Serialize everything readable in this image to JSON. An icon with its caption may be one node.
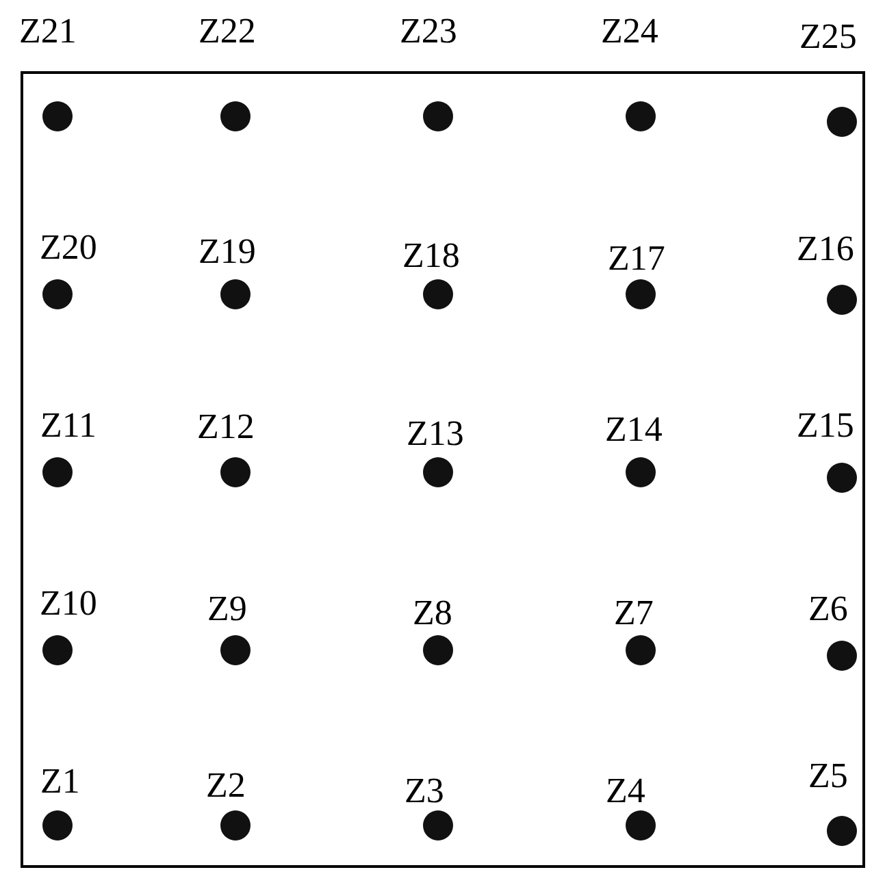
{
  "diagram": {
    "labels": [
      "Z21",
      "Z22",
      "Z23",
      "Z24",
      "Z25",
      "Z20",
      "Z19",
      "Z18",
      "Z17",
      "Z16",
      "Z11",
      "Z12",
      "Z13",
      "Z14",
      "Z15",
      "Z10",
      "Z9",
      "Z8",
      "Z7",
      "Z6",
      "Z1",
      "Z2",
      "Z3",
      "Z4",
      "Z5"
    ]
  }
}
